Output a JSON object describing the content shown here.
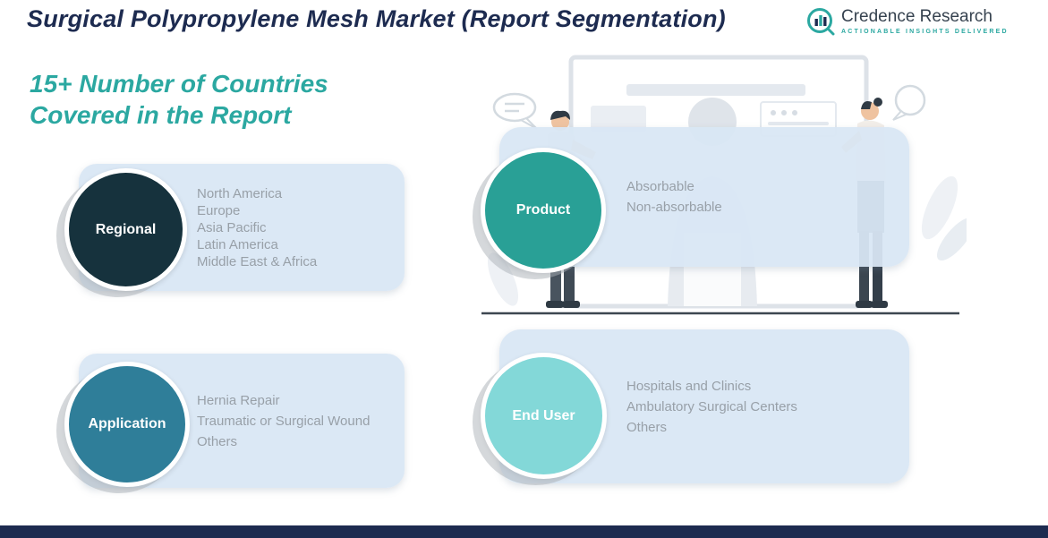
{
  "page": {
    "title": "Surgical Polypropylene Mesh Market (Report Segmentation)",
    "subtitle_line1": "15+ Number of Countries",
    "subtitle_line2": "Covered in the Report"
  },
  "logo": {
    "name": "Credence Research",
    "tagline": "Actionable Insights Delivered"
  },
  "segments": [
    {
      "label": "Regional",
      "circle_color": "#16323d",
      "items": [
        "North America",
        "Europe",
        "Asia Pacific",
        "Latin America",
        "Middle East & Africa"
      ]
    },
    {
      "label": "Product",
      "circle_color": "#29a096",
      "items": [
        "Absorbable",
        "Non-absorbable"
      ]
    },
    {
      "label": "Application",
      "circle_color": "#2f7e99",
      "items": [
        "Hernia Repair",
        "Traumatic or Surgical Wound",
        "Others"
      ]
    },
    {
      "label": "End User",
      "circle_color": "#83d8d8",
      "items": [
        "Hospitals and Clinics",
        "Ambulatory Surgical Centers",
        "Others"
      ]
    }
  ],
  "colors": {
    "title_navy": "#1d2b50",
    "accent_teal": "#2ba8a1",
    "card_bg": "#d9e7f4",
    "item_text": "#98a0a8",
    "footer_bar": "#1d2b50"
  }
}
